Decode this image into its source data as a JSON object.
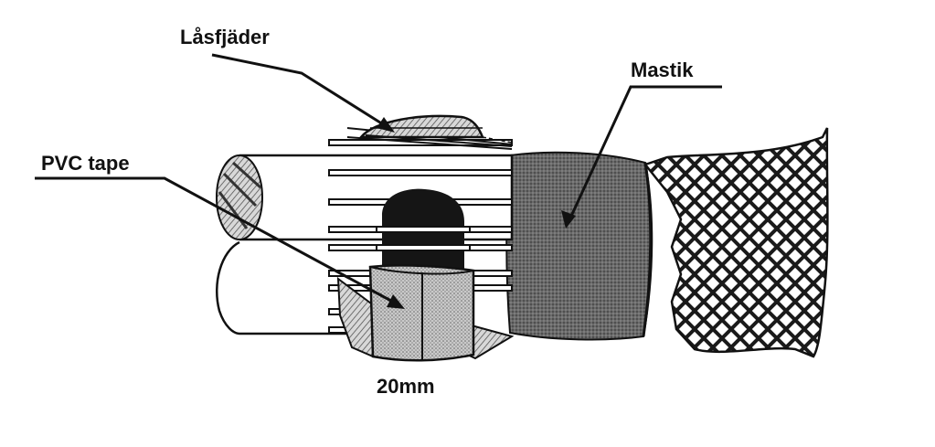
{
  "labels": {
    "lock_spring": "Låsfjäder",
    "mastic": "Mastik",
    "pvc_tape": "PVC tape",
    "width": "20mm"
  }
}
